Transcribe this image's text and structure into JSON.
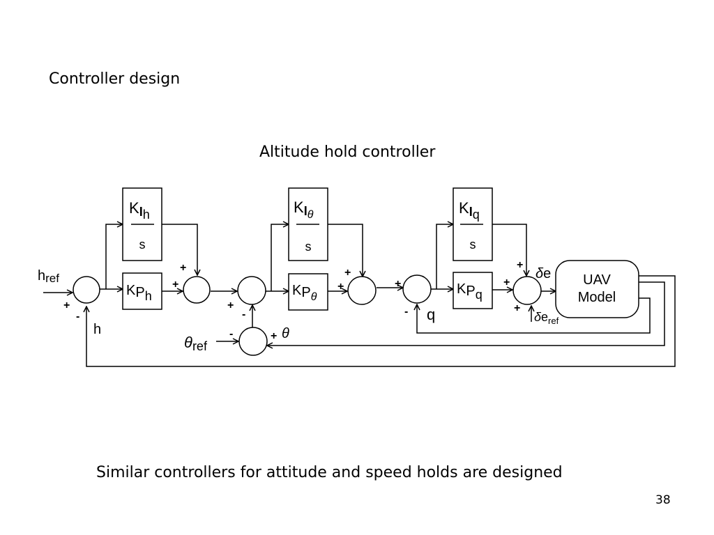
{
  "slide": {
    "heading": "Controller design",
    "subtitle": "Altitude hold controller",
    "caption": "Similar controllers for attitude and speed holds are designed",
    "page_number": "38"
  },
  "diagram": {
    "blocks": {
      "ki_h": {
        "main": "K",
        "sub": "I",
        "subsub": "h",
        "denominator": "s"
      },
      "kp_h": {
        "main": "K",
        "sub": "P",
        "subsub": "h"
      },
      "ki_theta": {
        "main": "K",
        "sub": "I",
        "subsub": "θ",
        "denominator": "s"
      },
      "kp_theta": {
        "main": "K",
        "sub": "P",
        "subsub": "θ"
      },
      "ki_q": {
        "main": "K",
        "sub": "I",
        "subsub": "q",
        "denominator": "s"
      },
      "kp_q": {
        "main": "K",
        "sub": "P",
        "subsub": "q"
      },
      "uav_model": {
        "line1": "UAV",
        "line2": "Model"
      }
    },
    "signals": {
      "h_ref": {
        "main": "h",
        "sub": "ref"
      },
      "h": "h",
      "theta_ref": {
        "main": "θ",
        "sub": "ref"
      },
      "theta": "θ",
      "q": "q",
      "delta_e": {
        "main": "δ",
        "sub": "e"
      },
      "delta_e_ref": {
        "main": "δ",
        "sub": "e",
        "subsub": "ref"
      }
    },
    "signs": {
      "plus": "+",
      "minus": "-"
    }
  }
}
